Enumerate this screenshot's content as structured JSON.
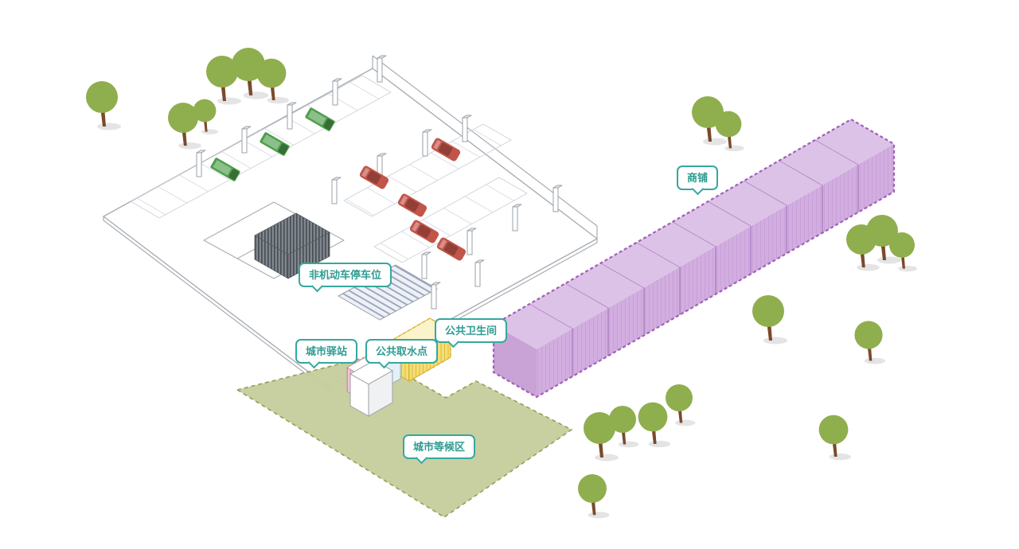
{
  "diagram": {
    "labels": {
      "shops": "商铺",
      "non_motorized_parking": "非机动车停车位",
      "city_station": "城市驿站",
      "public_water_point": "公共取水点",
      "public_toilet": "公共卫生间",
      "city_waiting_area": "城市等候区"
    },
    "colors": {
      "label_teal_text": "#2E9C92",
      "label_teal_border": "#35A89D",
      "shops_roof": "#DCC2E7",
      "shops_wall": "#D2AEE0",
      "shops_end": "#C9A2D6",
      "shops_outline": "#A05FB8",
      "waiting_fill": "#C6CE9C",
      "waiting_outline": "#8F9A52",
      "toilet_yellow": "#F4DE79",
      "toilet_outline": "#D9B62F",
      "station_pink": "#F5C3D6",
      "water_blue": "#BFE0EF",
      "tree_green": "#8FAE4E",
      "trunk_brown": "#7A4A2B",
      "car_red": "#C2554A",
      "truck_green": "#4E9E4C",
      "structure_line": "#A8ADB3"
    }
  }
}
